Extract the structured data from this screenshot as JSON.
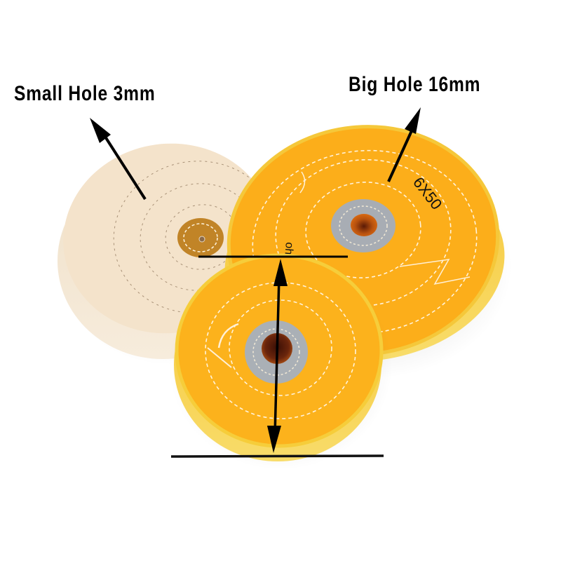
{
  "annotations": {
    "small_hole_label": "Small Hole 3mm",
    "big_hole_label": "Big Hole 16mm"
  },
  "wheels": [
    {
      "name": "white-cotton-wheel",
      "color": "#f3e2c9",
      "hole": "small",
      "center_color": "#c48a2c"
    },
    {
      "name": "large-yellow-wheel",
      "color": "#fcae1a",
      "hole": "big",
      "printed_text": "6X50",
      "center_color": "#a9adb3"
    },
    {
      "name": "small-yellow-wheel",
      "color": "#fcb21c",
      "hole": "big",
      "center_color": "#a9adb3"
    }
  ],
  "printed": {
    "large_wheel_text": "6X50",
    "partial_text": "oh"
  },
  "colors": {
    "background": "#ffffff",
    "cotton": "#f3e2c9",
    "yellow": "#fcae1a",
    "yellow_edge": "#f5d63a",
    "felt": "#a9adb3",
    "hole": "#5a1e0c",
    "arrow": "#000000"
  }
}
